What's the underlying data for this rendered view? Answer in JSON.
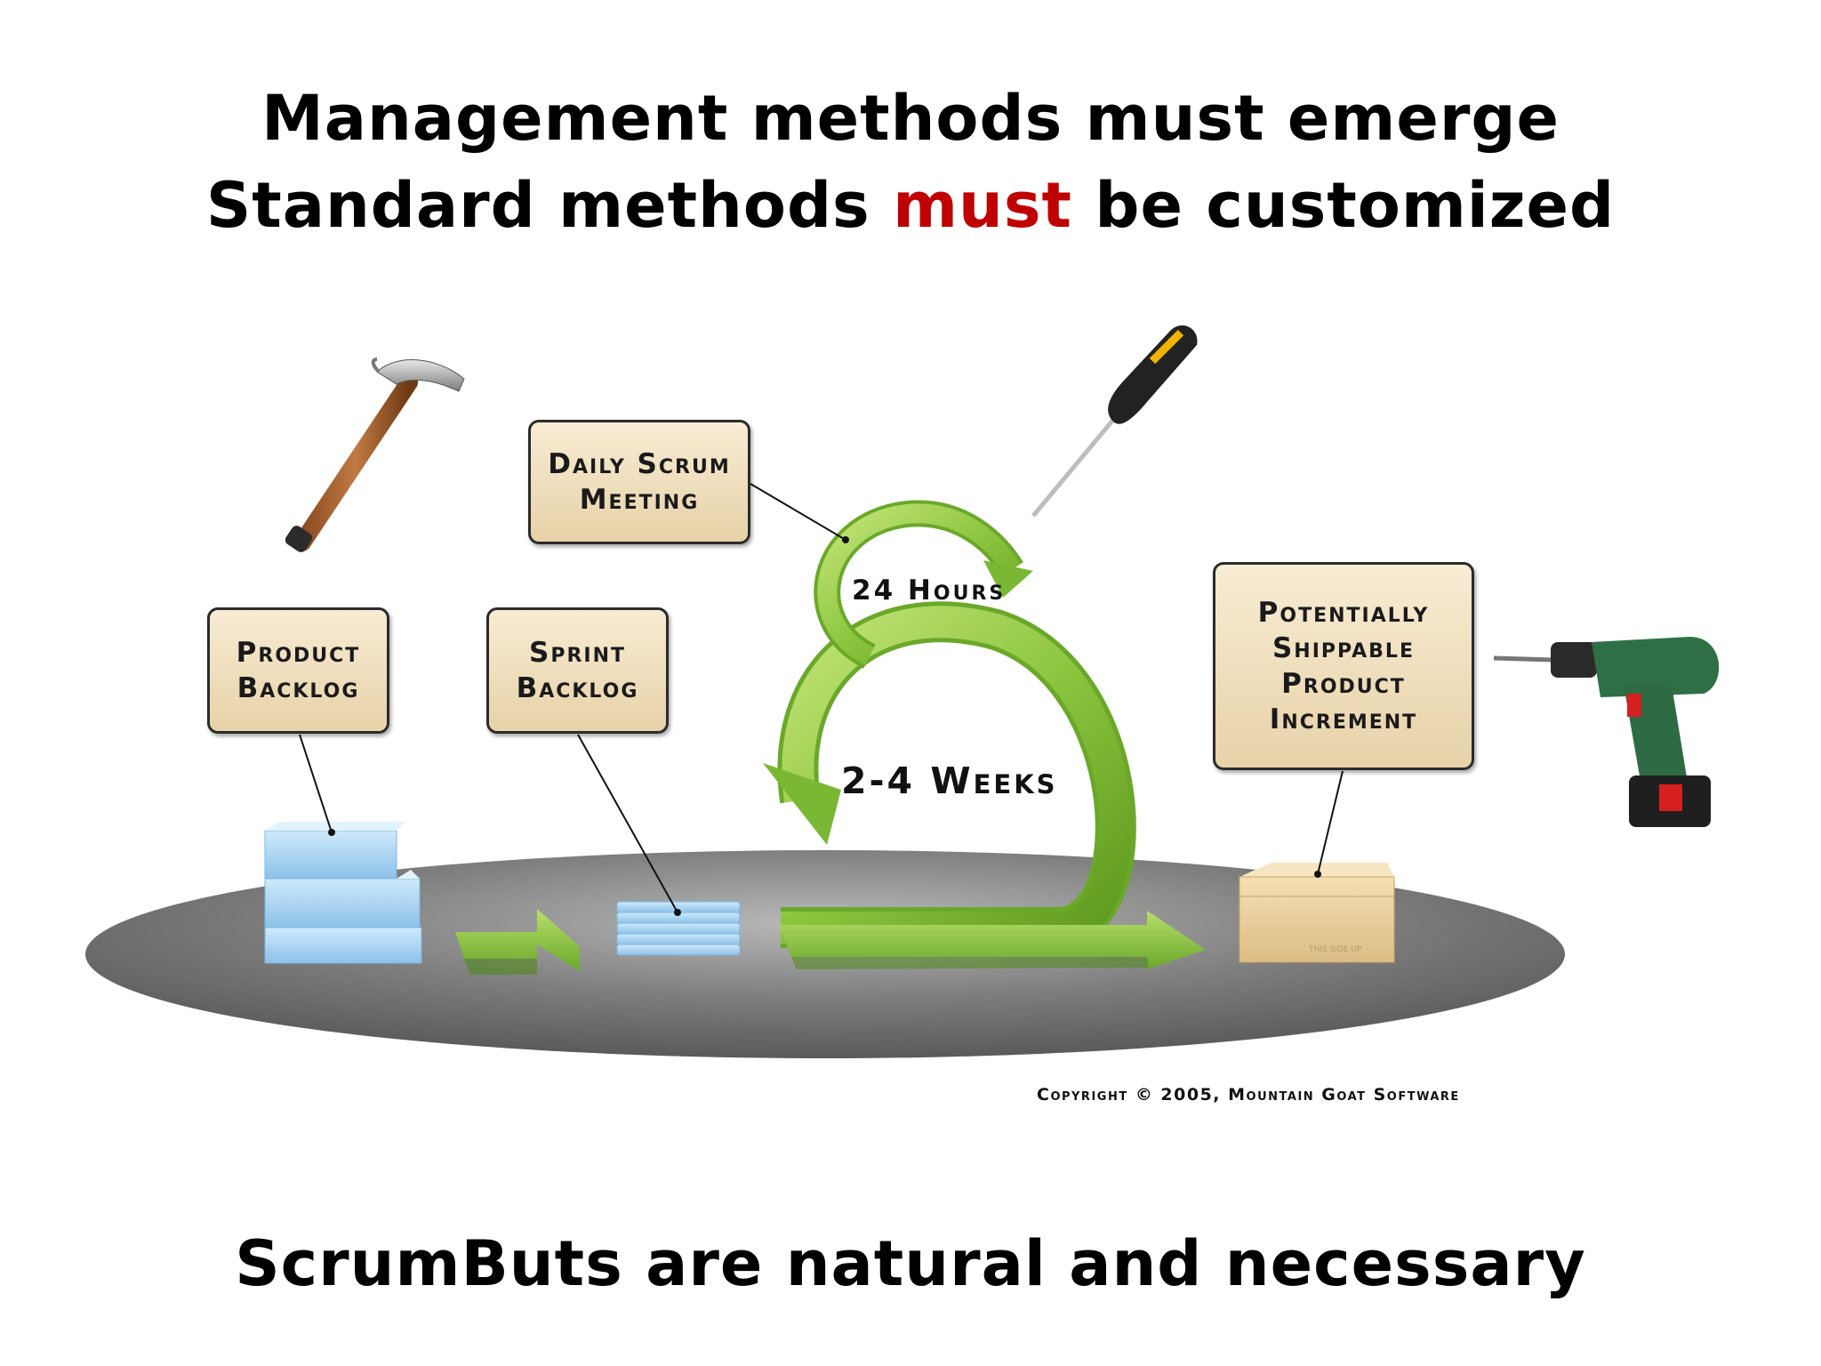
{
  "title": {
    "line1": "Management methods must emerge",
    "line2_before": "Standard methods ",
    "line2_accent": "must",
    "line2_after": " be customized",
    "accent_color": "#c00000"
  },
  "diagram": {
    "daily_scrum_label": "Daily Scrum\nMeeting",
    "product_backlog_label": "Product\nBacklog",
    "sprint_backlog_label": "Sprint\nBacklog",
    "increment_label": "Potentially\nShippable\nProduct\nIncrement",
    "short_cycle_label": "24 Hours",
    "long_cycle_label": "2-4 Weeks",
    "box_side_text": "THIS SIDE UP",
    "copyright": "Copyright © 2005, Mountain Goat Software",
    "arrow_color": "#8cc63f",
    "tools": [
      "hammer-icon",
      "screwdriver-icon",
      "drill-icon"
    ]
  },
  "footer": {
    "text": "ScrumButs are natural and necessary"
  }
}
